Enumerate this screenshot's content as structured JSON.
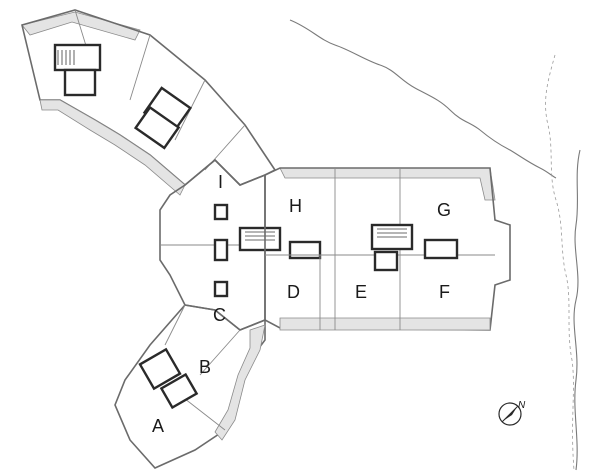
{
  "units": [
    {
      "id": "A",
      "label": "A"
    },
    {
      "id": "B",
      "label": "B"
    },
    {
      "id": "C",
      "label": "C"
    },
    {
      "id": "D",
      "label": "D"
    },
    {
      "id": "E",
      "label": "E"
    },
    {
      "id": "F",
      "label": "F"
    },
    {
      "id": "G",
      "label": "G"
    },
    {
      "id": "H",
      "label": "H"
    },
    {
      "id": "I",
      "label": "I"
    }
  ],
  "compass": {
    "label": "N"
  },
  "colors": {
    "walls": "#6b6b6b",
    "core": "#2a2a2a",
    "terrace": "#e4e4e4",
    "terrain": "#7a7a7a"
  }
}
